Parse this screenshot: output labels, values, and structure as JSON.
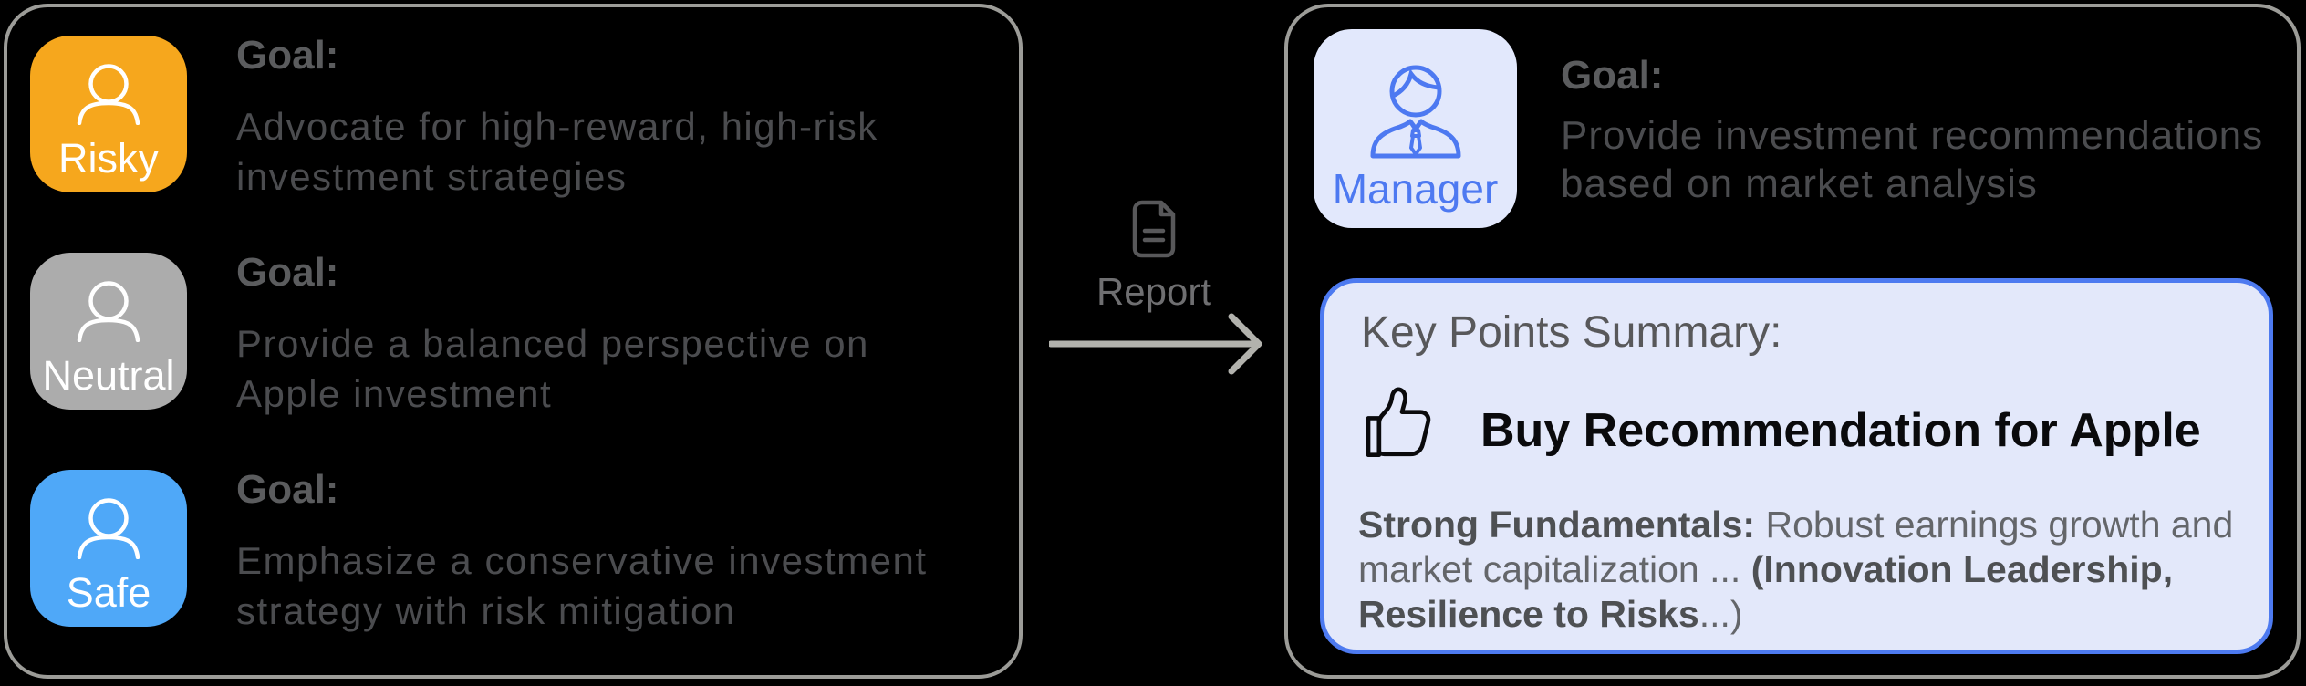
{
  "colors": {
    "risky": "#F6A71D",
    "neutral": "#ACACAC",
    "safe": "#4FA8F8",
    "manager_fill": "#E2E8FC",
    "manager_blue": "#4D79F1",
    "summary_fill": "#E3E8FA",
    "summary_border": "#4D7AF0",
    "panel_border": "#9C9C98"
  },
  "left_panel": {
    "agents": [
      {
        "name": "Risky",
        "icon": "person-icon",
        "color": "#F6A71D",
        "goal_label": "Goal:",
        "goal_lines": [
          "Advocate for high-reward, high-risk",
          "investment strategies"
        ]
      },
      {
        "name": "Neutral",
        "icon": "person-icon",
        "color": "#ACACAC",
        "goal_label": "Goal:",
        "goal_lines": [
          "Provide a balanced perspective on",
          "Apple investment"
        ]
      },
      {
        "name": "Safe",
        "icon": "person-icon",
        "color": "#4FA8F8",
        "goal_label": "Goal:",
        "goal_lines": [
          "Emphasize a conservative investment",
          "strategy with risk mitigation"
        ]
      }
    ]
  },
  "connector": {
    "icon": "document-icon",
    "label": "Report",
    "arrow": "arrow-right-icon"
  },
  "right_panel": {
    "agent": {
      "name": "Manager",
      "icon": "business-person-icon",
      "goal_label": "Goal:",
      "goal_lines": [
        "Provide investment recommendations",
        "based on market analysis"
      ]
    },
    "summary": {
      "title": "Key Points Summary:",
      "headline_icon": "thumbs-up-icon",
      "headline": "Buy Recommendation for Apple",
      "body_segments": [
        {
          "t": "Strong Fundamentals:",
          "b": true
        },
        {
          "t": " Robust earnings growth and\nmarket capitalization ... ",
          "b": false
        },
        {
          "t": "(Innovation Leadership,\nResilience to Risks",
          "b": true
        },
        {
          "t": "...)",
          "b": false
        }
      ]
    }
  }
}
